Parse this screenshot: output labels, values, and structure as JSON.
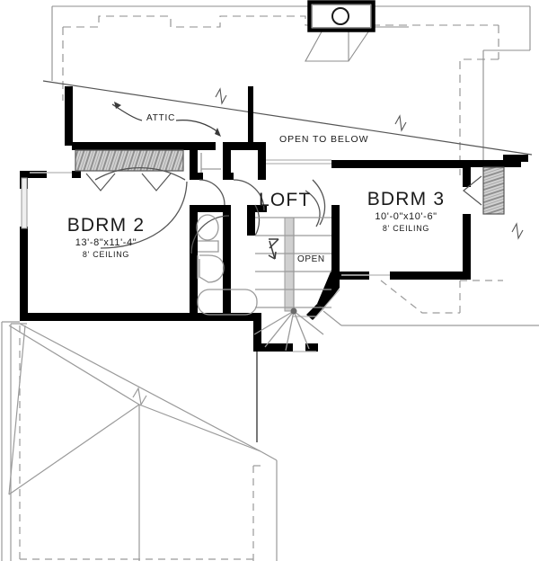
{
  "drawing": {
    "type": "architectural-floor-plan",
    "level": "second-floor",
    "line_color": "#000000",
    "wall_fill": "#000000",
    "light_line_color": "#8c8c8c",
    "hatch_color": "#b0b0b0",
    "background": "#ffffff"
  },
  "rooms": [
    {
      "id": "bedroom-2",
      "name": "BDRM 2",
      "dimensions": "13'-8\"x11'-4\"",
      "ceiling": "8' CEILING"
    },
    {
      "id": "bedroom-3",
      "name": "BDRM 3",
      "dimensions": "10'-0\"x10'-6\"",
      "ceiling": "8' CEILING"
    }
  ],
  "notes": {
    "attic": "ATTIC",
    "open_to_below": "OPEN TO BELOW",
    "loft": "LOFT",
    "stair_open": "OPEN"
  },
  "fixtures": [
    {
      "name": "sink",
      "room": "bathroom"
    },
    {
      "name": "toilet",
      "room": "bathroom"
    },
    {
      "name": "bathtub",
      "room": "bathroom"
    }
  ],
  "features": [
    {
      "name": "winder-staircase",
      "direction": "up"
    },
    {
      "name": "dormer-window",
      "shape": "round"
    },
    {
      "name": "closet",
      "room": "hall"
    },
    {
      "name": "double-window",
      "room": "bedroom-2"
    },
    {
      "name": "window",
      "room": "bedroom-3"
    }
  ]
}
